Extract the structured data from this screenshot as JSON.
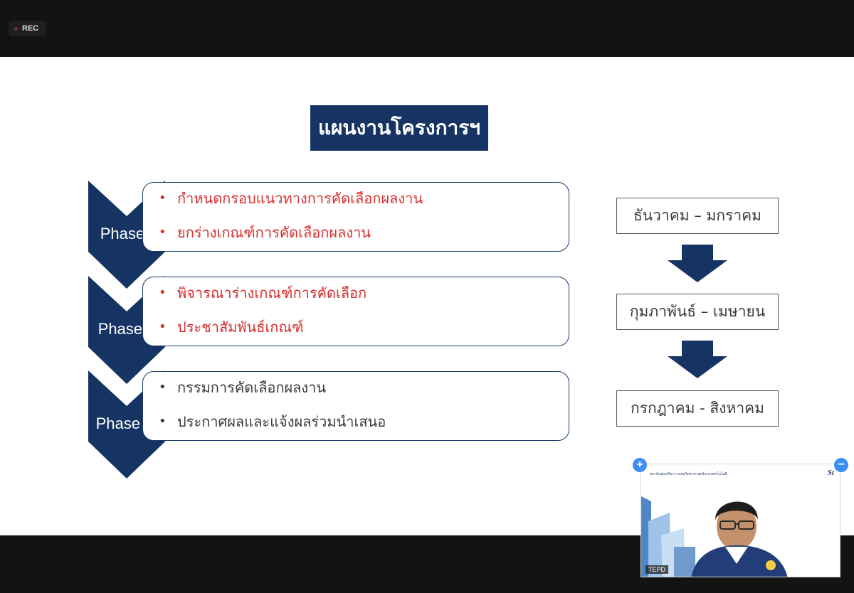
{
  "toolbar": {
    "rec_label": "REC"
  },
  "slide": {
    "title": "แผนงานโครงการฯ",
    "phases": [
      {
        "label": "Phase I",
        "bullets": [
          "กำหนดกรอบแนวทางการคัดเลือกผลงาน",
          "ยกร่างเกณฑ์การคัดเลือกผลงาน"
        ]
      },
      {
        "label": "Phase II",
        "bullets": [
          "พิจารณาร่างเกณฑ์การคัดเลือก",
          "ประชาสัมพันธ์เกณฑ์"
        ]
      },
      {
        "label": "Phase III",
        "bullets": [
          "กรรมการคัดเลือกผลงาน",
          "ประกาศผลและแจ้งผลร่วมนำเสนอ"
        ]
      }
    ],
    "timeline": [
      "ธันวาคม – มกราคม",
      "กุมภาพันธ์ – เมษายน",
      "กรกฎาคม - สิงหาคม"
    ]
  },
  "video": {
    "participant_name": "TEPD",
    "header_text": "สถาบันส่งเสริมการสอนวิทยาศาสตร์และเทคโนโลยี",
    "logo_text": "St",
    "zoom_in_label": "+",
    "zoom_out_label": "−"
  },
  "colors": {
    "brand_navy": "#163463",
    "active_red": "#d82f2f",
    "text_dark": "#3a3a3a",
    "accent_blue": "#3d8ef0"
  }
}
